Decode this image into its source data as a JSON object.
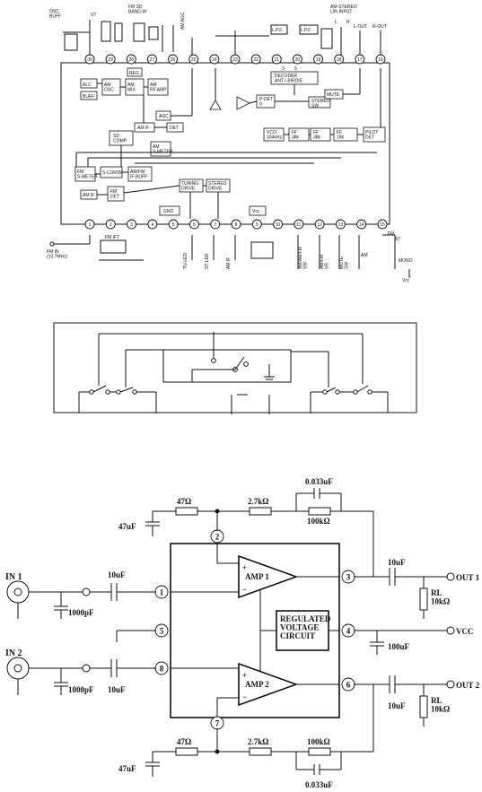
{
  "ic_diagram": {
    "top_labels": {
      "osc_buff": "OSC\nBUFF",
      "vt": "VT",
      "fm_sd_band_w": "FM SD\nBAND-W",
      "am_agc": "AM AGC",
      "am_stereo_lr_input": "AM-STEREO\nL/R-INPUT",
      "l_out": "L-OUT",
      "r_out": "R-OUT",
      "l": "L",
      "r": "R",
      "lpf1": "L.P.F.",
      "lpf2": "L.P.F."
    },
    "top_pins": [
      "30",
      "29",
      "28",
      "27",
      "26",
      "25",
      "24",
      "23",
      "22",
      "21",
      "20",
      "19",
      "18",
      "17",
      "16"
    ],
    "bottom_pins": [
      "1",
      "2",
      "3",
      "4",
      "5",
      "6",
      "7",
      "8",
      "9",
      "10",
      "11",
      "12",
      "13",
      "14",
      "15"
    ],
    "blocks": {
      "alc": "ALC",
      "am_osc": "AM\nOSC",
      "buff": "BUFF",
      "reg": "REG",
      "am_mix": "AM\nMIX",
      "am_rf_amp": "AM\nRF AMP",
      "agc": "AGC",
      "am_if_top": "AM IF",
      "det": "DET",
      "sd_comp": "SD\nCOMP",
      "am_s_meter": "AM\nS-METER",
      "fm_s_meter": "FM\nS-METER",
      "s_curve": "S-CURVE",
      "am_fm_if_buff": "AM/FM\nIF-BUFF",
      "am_if_bottom": "AM IF",
      "fm_det": "FM\nDET",
      "tuning_drive": "TUNING\nDRIVE",
      "stereo_drive": "STEREO\nDRIVE",
      "decoder": "DECODER\nANT I-BIRDIE",
      "p_det": "P-DET\n0",
      "stereo_sw": "STEREO\nSW",
      "mute": "MUTE",
      "vco": "VCO\n304kHz",
      "ff1": "FF\n38k",
      "ff2": "FF\n38k",
      "ff3": "FF\n19k",
      "pilot_det": "PILOT\nDET",
      "gnd": "GND",
      "vcc": "Vcc",
      "n3": "3",
      "n5": "5"
    },
    "bottom_labels": {
      "fm_in": "FM IN\n(10.7MHz)",
      "fm_ift": "FM IFT",
      "tu_led": "TU-LED",
      "st_led": "ST-LED",
      "am_if": "AM IF",
      "am_fm_1st": "AM/AM/FM\nSW",
      "vco_adj": "AM/FM\nVR",
      "mute_sw": "MUTE\nSW",
      "am": "AM",
      "fm": "FM",
      "st": "ST",
      "mono": "MONO",
      "vcc": "Vcc"
    }
  },
  "amp_circuit": {
    "pins": [
      "1",
      "2",
      "3",
      "4",
      "5",
      "6",
      "7",
      "8"
    ],
    "amp1": "AMP 1",
    "amp2": "AMP 2",
    "regulator": "REGULATED\nVOLTAGE\nCIRCUIT",
    "in1": "IN 1",
    "in2": "IN 2",
    "out1": "OUT 1",
    "out2": "OUT 2",
    "vcc": "VCC",
    "r_47_top": "47Ω",
    "r_27k_top": "2.7kΩ",
    "r_100k_top": "100kΩ",
    "c_0033_top": "0.033uF",
    "c_47_top": "47uF",
    "r_47_bot": "47Ω",
    "r_27k_bot": "2.7kΩ",
    "r_100k_bot": "100kΩ",
    "c_0033_bot": "0.033uF",
    "c_47_bot": "47uF",
    "c_in1": "10uF",
    "c_in2": "10uF",
    "c_1000_1": "1000pF",
    "c_1000_2": "1000pF",
    "c_out1": "10uF",
    "c_out2": "10uF",
    "c_vcc": "100uF",
    "rl1": "RL\n10kΩ",
    "rl2": "RL\n10kΩ"
  }
}
